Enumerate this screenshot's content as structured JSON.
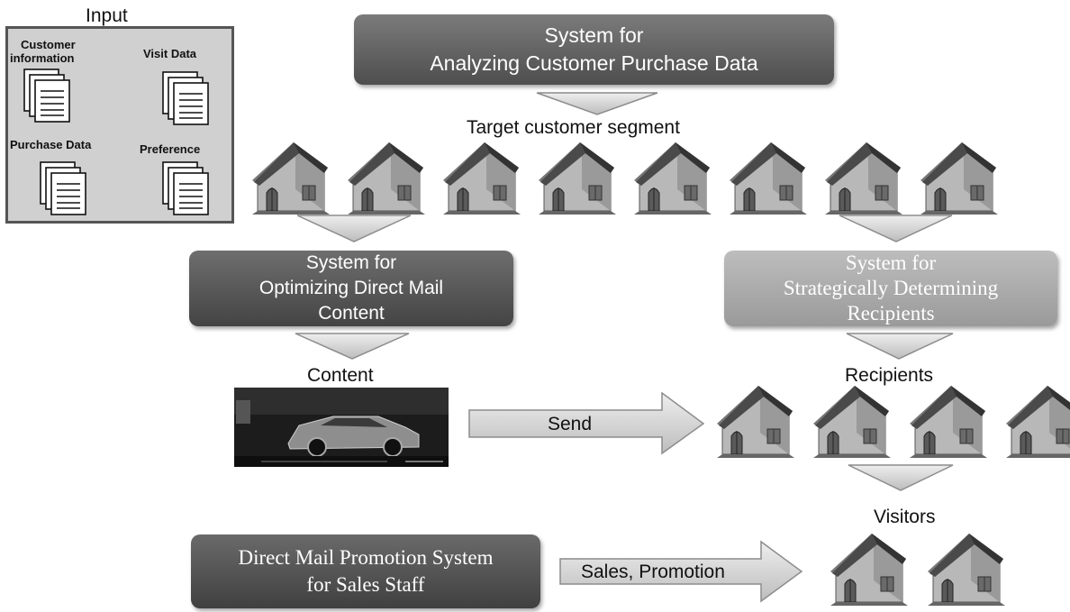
{
  "input": {
    "title": "Input",
    "customer_info": [
      "Customer",
      "information"
    ],
    "visit_data": "Visit Data",
    "purchase_data": "Purchase Data",
    "preference": "Preference"
  },
  "systems": {
    "analyze": [
      "System for",
      "Analyzing Customer Purchase Data"
    ],
    "optimize": [
      "System for",
      "Optimizing Direct Mail",
      "Content"
    ],
    "recipients": [
      "System for",
      "Strategically Determining",
      "Recipients"
    ],
    "promotion": [
      "Direct Mail Promotion System",
      "for Sales Staff"
    ]
  },
  "labels": {
    "segment": "Target customer segment",
    "content": "Content",
    "recipients": "Recipients",
    "visitors": "Visitors",
    "send": "Send",
    "sales": "Sales, Promotion"
  },
  "counts": {
    "segment_houses": 8,
    "recipient_houses": 4,
    "visitor_houses": 2
  },
  "colors": {
    "dark_box": "#4e4e4e",
    "light_box": "#a8a8a8",
    "arrow_fill": "#d9d9d9",
    "arrow_stroke": "#8c8c8c",
    "roof": "#4a4a4a",
    "wall": "#b8b8b8"
  }
}
